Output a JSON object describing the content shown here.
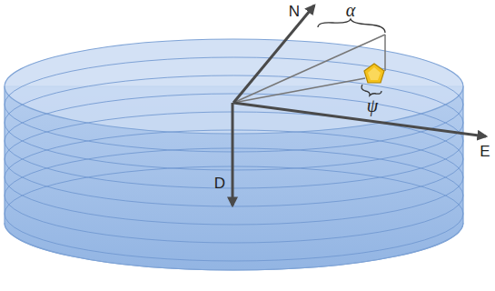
{
  "diagram": {
    "labels": [
      "N",
      "α",
      "ψ",
      "E",
      "D"
    ]
  }
}
